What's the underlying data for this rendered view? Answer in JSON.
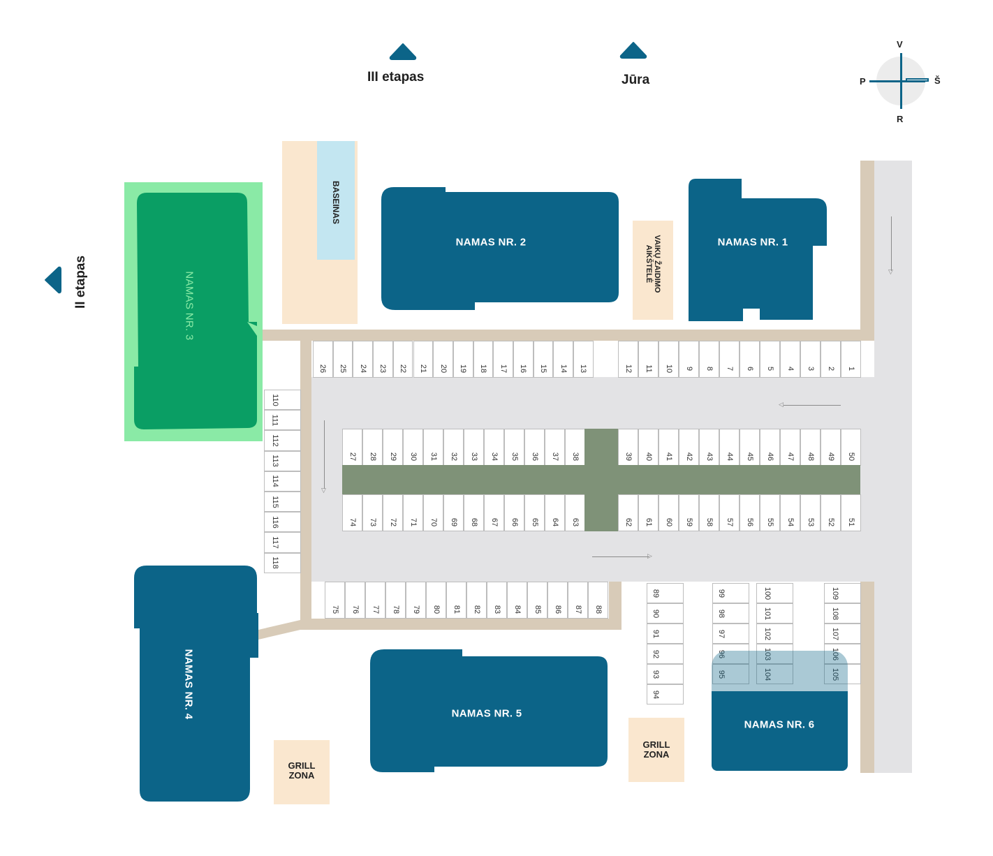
{
  "map": {
    "directions": {
      "north_label": "III etapas",
      "sea_label": "Jūra",
      "west_label": "II etapas"
    },
    "compass": {
      "top": "V",
      "bottom": "R",
      "left": "P",
      "right": "Š"
    },
    "buildings": [
      {
        "id": 1,
        "label": "NAMAS NR. 1"
      },
      {
        "id": 2,
        "label": "NAMAS NR. 2"
      },
      {
        "id": 3,
        "label": "NAMAS NR. 3",
        "highlighted": true
      },
      {
        "id": 4,
        "label": "NAMAS NR. 4"
      },
      {
        "id": 5,
        "label": "NAMAS NR. 5"
      },
      {
        "id": 6,
        "label": "NAMAS NR. 6"
      }
    ],
    "amenities": {
      "pool": "BASEINAS",
      "playground_line1": "VAIKŲ ŽAIDIMO",
      "playground_line2": "AIKŠTELĖ",
      "grill_line1": "GRILL",
      "grill_line2": "ZONA"
    },
    "colors": {
      "building": "#0c6488",
      "highlight_outer": "#8aeaa6",
      "highlight_inner": "#0a9e64",
      "road": "#d8cbb8",
      "parking": "#e3e3e5",
      "amenity": "#fae7cf",
      "pool": "#c3e6f1",
      "green_strip": "#7f9278"
    },
    "parking": {
      "top_row_left": [
        "26",
        "25",
        "24",
        "23",
        "22",
        "21",
        "20",
        "19",
        "18",
        "17",
        "16",
        "15",
        "14",
        "13"
      ],
      "top_row_right": [
        "12",
        "11",
        "10",
        "9",
        "8",
        "7",
        "6",
        "5",
        "4",
        "3",
        "2",
        "1"
      ],
      "mid_upper_left": [
        "27",
        "28",
        "29",
        "30",
        "31",
        "32",
        "33",
        "34",
        "35",
        "36",
        "37",
        "38"
      ],
      "mid_upper_right": [
        "39",
        "40",
        "41",
        "42",
        "43",
        "44",
        "45",
        "46",
        "47",
        "48",
        "49",
        "50"
      ],
      "mid_lower_left": [
        "74",
        "73",
        "72",
        "71",
        "70",
        "69",
        "68",
        "67",
        "66",
        "65",
        "64",
        "63"
      ],
      "mid_lower_right": [
        "62",
        "61",
        "60",
        "59",
        "58",
        "57",
        "56",
        "55",
        "54",
        "53",
        "52",
        "51"
      ],
      "bottom_row": [
        "75",
        "76",
        "77",
        "78",
        "79",
        "80",
        "81",
        "82",
        "83",
        "84",
        "85",
        "86",
        "87",
        "88"
      ],
      "left_column": [
        "110",
        "111",
        "112",
        "113",
        "114",
        "115",
        "116",
        "117",
        "118"
      ],
      "col_89_94": [
        "89",
        "90",
        "91",
        "92",
        "93",
        "94"
      ],
      "col_99_95": [
        "99",
        "98",
        "97",
        "96",
        "95"
      ],
      "col_100_104": [
        "100",
        "101",
        "102",
        "103",
        "104"
      ],
      "col_109_105": [
        "109",
        "108",
        "107",
        "106",
        "105"
      ]
    }
  }
}
